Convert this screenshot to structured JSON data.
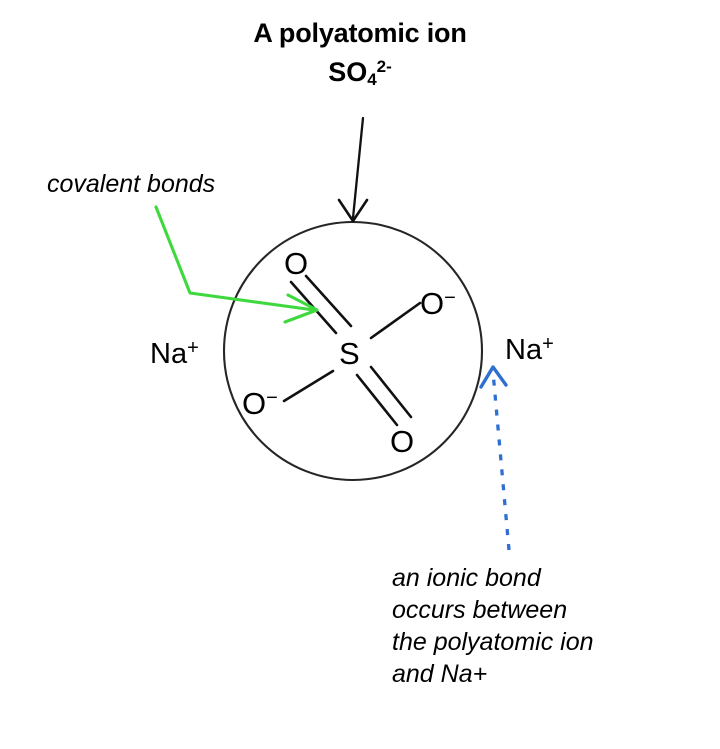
{
  "figure": {
    "title_line1": "A polyatomic ion",
    "formula": {
      "element_s": "SO",
      "subscript": "4",
      "superscript": "2-"
    },
    "background_color": "#ffffff"
  },
  "annotations": {
    "covalent_label": "covalent bonds",
    "covalent_color": "#3fd93f",
    "ionic_caption_line1": "an ionic bond",
    "ionic_caption_line2": "occurs between",
    "ionic_caption_line3": "the polyatomic ion",
    "ionic_caption_line4": "and Na+",
    "ionic_color": "#2f6fd0",
    "pointer_color": "#1a1a1a"
  },
  "structure": {
    "circle_color": "#222222",
    "bond_color": "#111111",
    "atoms": [
      {
        "id": "o-top",
        "symbol": "O",
        "charge": "",
        "bond": "double"
      },
      {
        "id": "o-right",
        "symbol": "O",
        "charge": "−",
        "bond": "single"
      },
      {
        "id": "s-center",
        "symbol": "S",
        "charge": "",
        "bond": ""
      },
      {
        "id": "o-left",
        "symbol": "O",
        "charge": "−",
        "bond": "single"
      },
      {
        "id": "o-bottom",
        "symbol": "O",
        "charge": "",
        "bond": "double"
      }
    ]
  },
  "ions": {
    "left": {
      "symbol": "Na",
      "charge": "+"
    },
    "right": {
      "symbol": "Na",
      "charge": "+"
    }
  }
}
